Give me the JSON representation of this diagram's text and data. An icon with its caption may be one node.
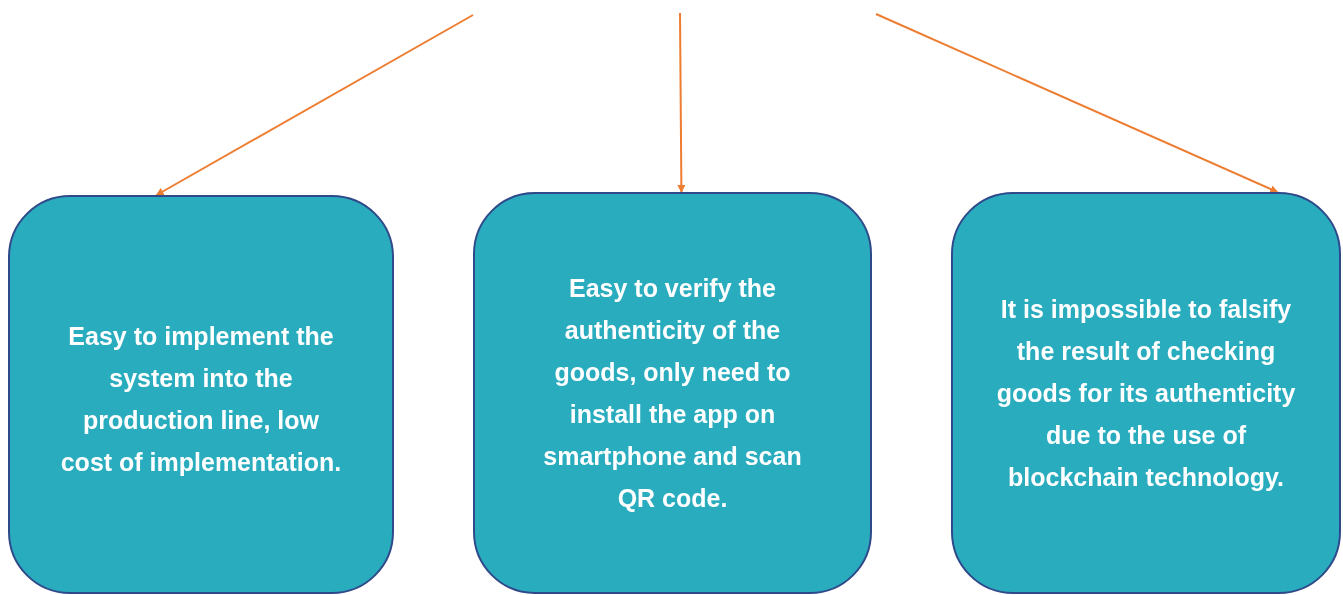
{
  "diagram": {
    "nodes": [
      {
        "text": [
          "Easy to implement the system into the production line, low cost of implementation."
        ]
      },
      {
        "text": [
          "Easy to verify the authenticity of the goods, only need to install the app on smartphone and scan QR code."
        ]
      },
      {
        "text": [
          "It is impossible to falsify the result of checking goods for its authenticity due to the use of blockchain technology."
        ]
      }
    ],
    "edges": [
      {
        "from": null,
        "to": 0,
        "arrow": "to"
      },
      {
        "from": null,
        "to": 1,
        "arrow": "to"
      },
      {
        "from": null,
        "to": 2,
        "arrow": "to"
      }
    ]
  }
}
